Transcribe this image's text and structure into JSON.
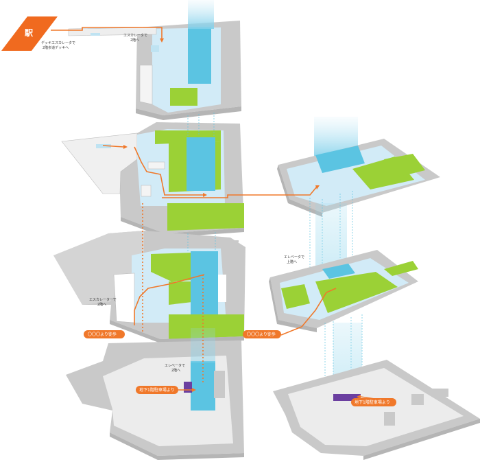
{
  "station": {
    "label": "駅"
  },
  "labels": {
    "deck_escalator": "デッキエスカレータで",
    "deck_to_2f": "2階歩道デッキへ",
    "escalator": "エスカレータで",
    "to_2f": "2階へ",
    "escalator_left": "エスカレーターで",
    "to_2f_left": "2階へ",
    "elevator_right": "エレベータで",
    "to_upper_right": "上階へ",
    "elevator_b1": "エレベータで",
    "to_2f_b1": "2階へ"
  },
  "pills": {
    "from_left": "〇〇〇より徒歩",
    "from_right": "〇〇〇より徒歩",
    "parking_left": "地下1階駐車場より",
    "parking_right": "地下1階駐車場より"
  },
  "colors": {
    "route": "#f0782a",
    "station": "#f06a1f",
    "floor_gray": "#c9c9c9",
    "floor_light": "#e6e6e6",
    "public_blue": "#d2ebf7",
    "green": "#9bd136",
    "atrium": "#5bc4e2",
    "parking": "#6b3fa0"
  }
}
